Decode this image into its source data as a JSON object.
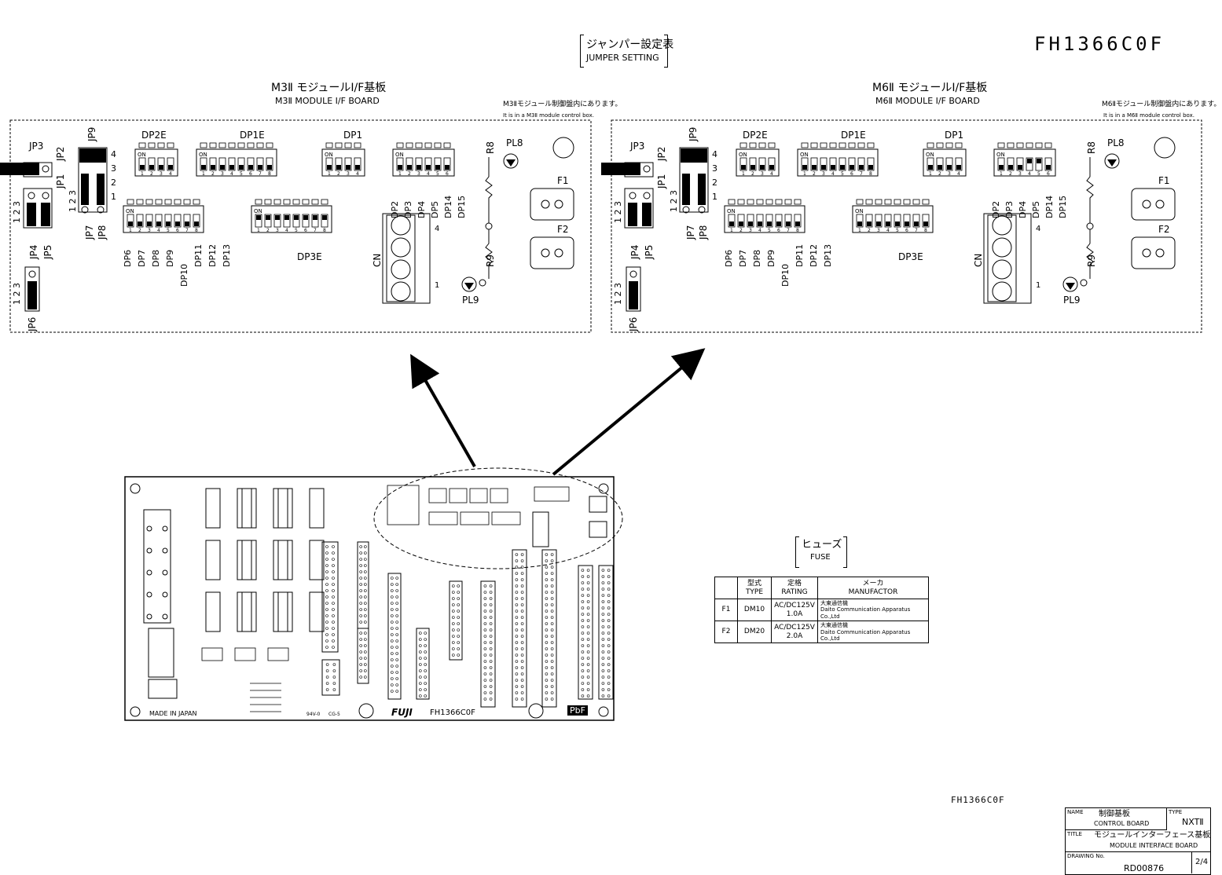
{
  "header": {
    "jumper_title_jp": "ジャンパー設定表",
    "jumper_title_en": "JUMPER SETTING",
    "drawing_code": "FH1366C0F"
  },
  "boards": [
    {
      "title_jp": "M3Ⅱ モジュールI/F基板",
      "title_en": "M3Ⅱ MODULE I/F BOARD",
      "note_jp": "M3Ⅱモジュール制御盤内にあります。",
      "note_en": "It is in a M3Ⅱ module control box."
    },
    {
      "title_jp": "M6Ⅱ モジュールI/F基板",
      "title_en": "M6Ⅱ MODULE I/F BOARD",
      "note_jp": "M6Ⅱモジュール制御盤内にあります。",
      "note_en": "It is in a M6Ⅱ module control box."
    }
  ],
  "labels": {
    "jp3": "JP3",
    "jp9": "JP9",
    "jp1": "JP1",
    "jp2": "JP2",
    "jp4": "JP4",
    "jp5": "JP5",
    "jp6": "JP6",
    "jp7": "JP7",
    "jp8": "JP8",
    "dp2e": "DP2E",
    "dp1e": "DP1E",
    "dp1": "DP1",
    "dp3e": "DP3E",
    "pl8": "PL8",
    "pl9": "PL9",
    "r8": "R8",
    "r9": "R9",
    "f1": "F1",
    "f2": "F2",
    "cn": "CN",
    "on": "ON",
    "dp2": "DP2",
    "dp3": "DP3",
    "dp4": "DP4",
    "dp5": "DP5",
    "dp14": "DP14",
    "dp15": "DP15",
    "dp6": "DP6",
    "dp7": "DP7",
    "dp8": "DP8",
    "dp9": "DP9",
    "dp10": "DP10",
    "dp11": "DP11",
    "dp12": "DP12",
    "dp13": "DP13"
  },
  "pcb": {
    "made_in": "MADE IN JAPAN",
    "maker": "FUJI",
    "code": "FH1366C0F",
    "pbf": "PbF",
    "cert": "94V-0",
    "cg": "CG-5"
  },
  "fuse": {
    "title_jp": "ヒューズ",
    "title_en": "FUSE",
    "headers": [
      {
        "jp": "型式",
        "en": "TYPE"
      },
      {
        "jp": "定格",
        "en": "RATING"
      },
      {
        "jp": "メーカ",
        "en": "MANUFACTOR"
      }
    ],
    "rows": [
      {
        "id": "F1",
        "type": "DM10",
        "rating1": "AC/DC125V",
        "rating2": "1.0A",
        "maker_jp": "大東通信機",
        "maker_en": "Daito Communication Apparatus Co.,Ltd"
      },
      {
        "id": "F2",
        "type": "DM20",
        "rating1": "AC/DC125V",
        "rating2": "2.0A",
        "maker_jp": "大東通信機",
        "maker_en": "Daito Communication Apparatus Co.,Ltd"
      }
    ]
  },
  "footer_code": "FH1366C0F",
  "title_block": {
    "name_label": "NAME",
    "name_jp": "制御基板",
    "name_en": "CONTROL BOARD",
    "type_label": "TYPE",
    "type_value": "NXTⅡ",
    "title_label": "TITLE",
    "title_jp": "モジュールインターフェース基板",
    "title_en": "MODULE INTERFACE BOARD",
    "drawing_label": "DRAWING No.",
    "drawing_no": "RD00876",
    "sheet": "2/4"
  }
}
